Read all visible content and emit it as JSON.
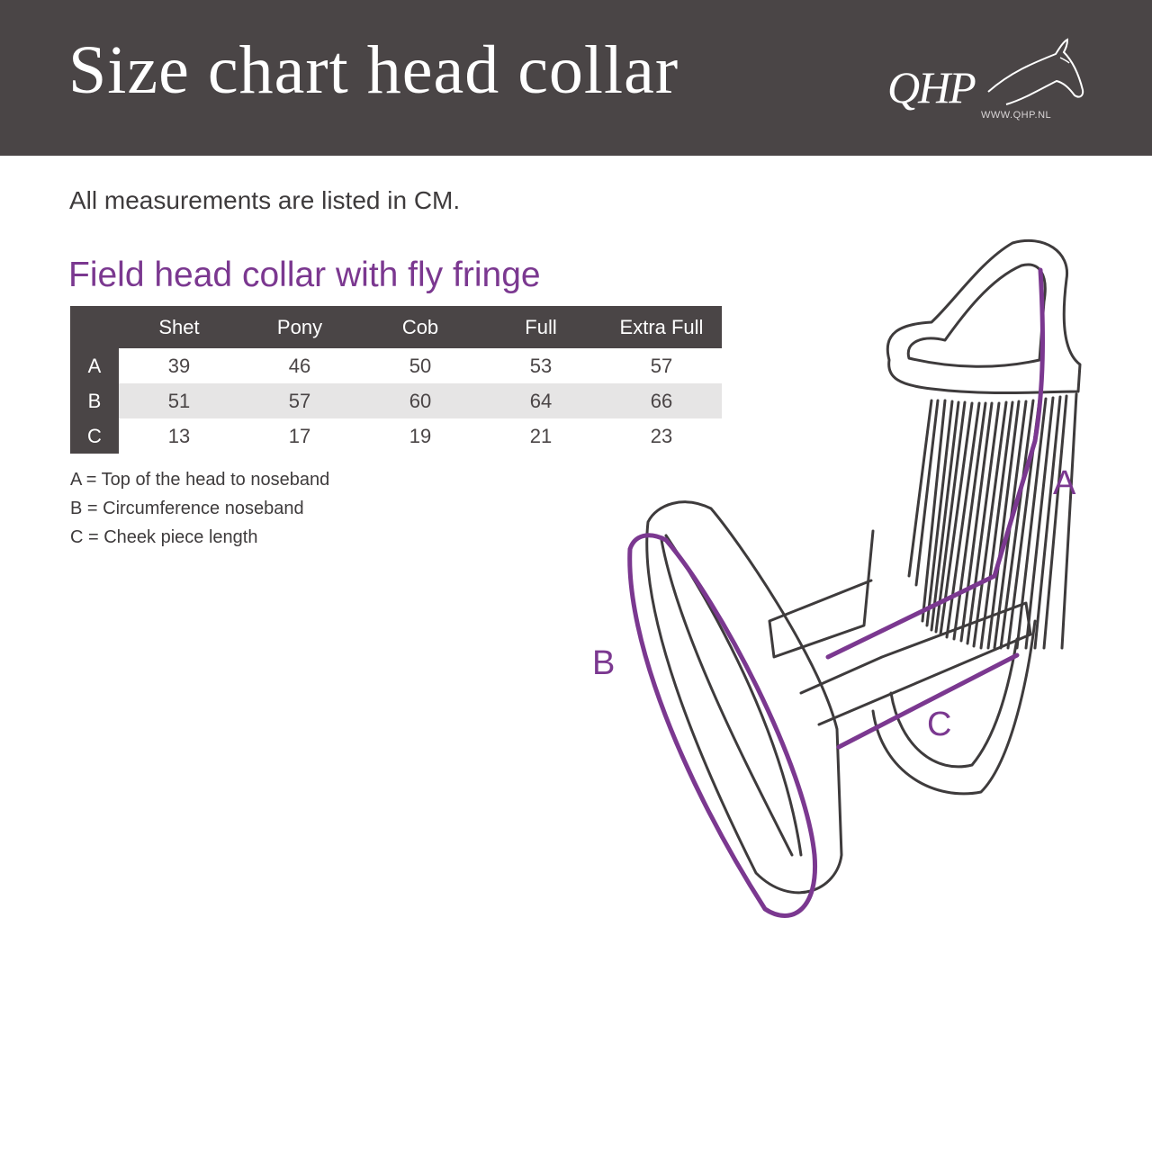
{
  "header": {
    "title": "Size chart head collar",
    "logo": {
      "name": "QHP",
      "url": "WWW.QHP.NL"
    }
  },
  "intro": "All measurements are listed in CM.",
  "product": {
    "title": "Field head collar with fly fringe"
  },
  "table": {
    "columns": [
      "Shet",
      "Pony",
      "Cob",
      "Full",
      "Extra Full"
    ],
    "rows": [
      {
        "label": "A",
        "values": [
          "39",
          "46",
          "50",
          "53",
          "57"
        ]
      },
      {
        "label": "B",
        "values": [
          "51",
          "57",
          "60",
          "64",
          "66"
        ]
      },
      {
        "label": "C",
        "values": [
          "13",
          "17",
          "19",
          "21",
          "23"
        ]
      }
    ]
  },
  "legend": [
    "A = Top of the head to noseband",
    "B = Circumference noseband",
    "C = Cheek piece length"
  ],
  "diagram": {
    "labels": {
      "a": "A",
      "b": "B",
      "c": "C"
    },
    "accent_color": "#7b3890",
    "line_color": "#3e3b3c"
  }
}
